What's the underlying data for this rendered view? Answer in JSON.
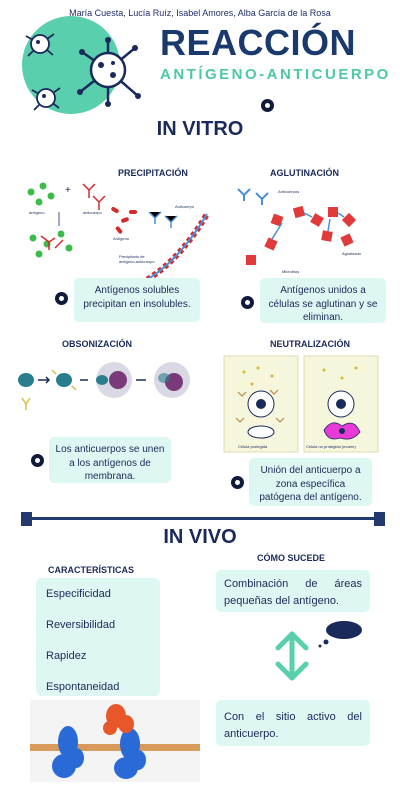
{
  "authors": "María Cuesta, Lucía Ruíz, Isabel Amores, Alba García de la Rosa",
  "title": "REACCIÓN",
  "subtitle": "ANTÍGENO-ANTICUERPO",
  "in_vitro": {
    "heading": "IN VITRO",
    "precipitacion": {
      "label": "PRECIPITACIÓN",
      "desc": "Antígenos solubles precipitan en insolubles.",
      "fig_labels": [
        "antígeno",
        "anticuerpo",
        "Antígeno",
        "Anticuerpo",
        "Precipitado de",
        "antígeno-anticuerpo"
      ]
    },
    "aglutinacion": {
      "label": "AGLUTINACIÓN",
      "desc": "Antígenos unidos a células se aglutinan y se eliminan.",
      "fig_labels": [
        "Anticuerpos",
        "Aglutinado",
        "Microbios"
      ]
    },
    "obsonizacion": {
      "label": "OBSONIZACIÓN",
      "desc": "Los anticuerpos se unen a los antígenos de membrana."
    },
    "neutralizacion": {
      "label": "NEUTRALIZACIÓN",
      "desc": "Unión del anticuerpo a zona específica patógena del antígeno.",
      "fig_labels": [
        "Célula protegida",
        "Célula no protegida (muere)"
      ]
    }
  },
  "in_vivo": {
    "heading": "IN VIVO",
    "caracteristicas": {
      "label": "CARACTERÍSTICAS",
      "items": [
        "Especificidad",
        "Reversibilidad",
        "Rapidez",
        "Espontaneidad"
      ]
    },
    "como_sucede": {
      "label": "CÓMO SUCEDE",
      "step1": "Combinación de áreas pequeñas del antígeno.",
      "step2": "Con el sitio activo del anticuerpo."
    }
  },
  "colors": {
    "navy": "#1a2a5a",
    "teal": "#59cfad",
    "card": "#ddf8f2"
  }
}
